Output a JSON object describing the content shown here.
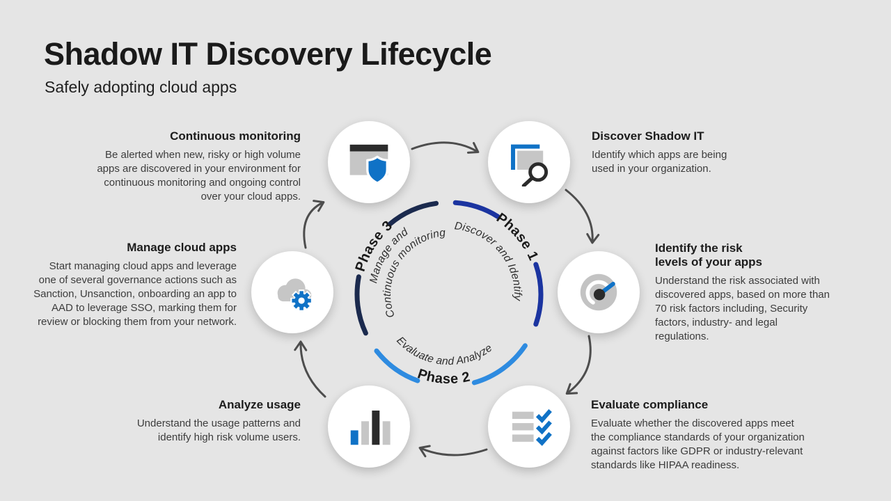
{
  "page": {
    "title": "Shadow IT Discovery Lifecycle",
    "subtitle": "Safely adopting cloud apps"
  },
  "colors": {
    "background": "#e5e5e5",
    "phase1_arc": "#1b34a0",
    "phase2_arc": "#2e8be0",
    "phase3_arc": "#1b2a4e",
    "accent_blue": "#1072c6",
    "icon_gray": "#c6c6c6",
    "icon_dark": "#2b2b2b",
    "arrow_gray": "#4d4d4d"
  },
  "ring": {
    "phase1": {
      "name": "Phase 1",
      "label": "Discover and Identify"
    },
    "phase2": {
      "name": "Phase 2",
      "label": "Evaluate and Analyze"
    },
    "phase3": {
      "name": "Phase 3",
      "label_line1": "Manage and",
      "label_line2": "Continuous monitoring"
    }
  },
  "steps": [
    {
      "title": "Continuous monitoring",
      "description": "Be alerted when new, risky or high volume apps are discovered in your environment for continuous monitoring and ongoing control over your cloud apps.",
      "icon": "browser-shield-icon"
    },
    {
      "title": "Discover Shadow IT",
      "description": "Identify which apps are being used in your organization.",
      "icon": "search-files-icon"
    },
    {
      "title": "Identify the risk\nlevels of your apps",
      "description": "Understand the risk associated with discovered apps, based on more than 70 risk factors including, Security factors, industry- and legal regulations.",
      "icon": "risk-gauge-icon"
    },
    {
      "title": "Evaluate compliance",
      "description": "Evaluate whether the discovered apps meet the compliance standards of your organization against factors like GDPR or industry-relevant standards like HIPAA readiness.",
      "icon": "checklist-icon"
    },
    {
      "title": "Analyze usage",
      "description": "Understand the usage patterns and identify high risk volume users.",
      "icon": "bar-chart-icon"
    },
    {
      "title": "Manage cloud apps",
      "description": "Start managing cloud apps and leverage one of several governance actions such as Sanction, Unsanction, onboarding an app to AAD to leverage SSO, marking them for review or blocking them from your network.",
      "icon": "cloud-gear-icon"
    }
  ]
}
